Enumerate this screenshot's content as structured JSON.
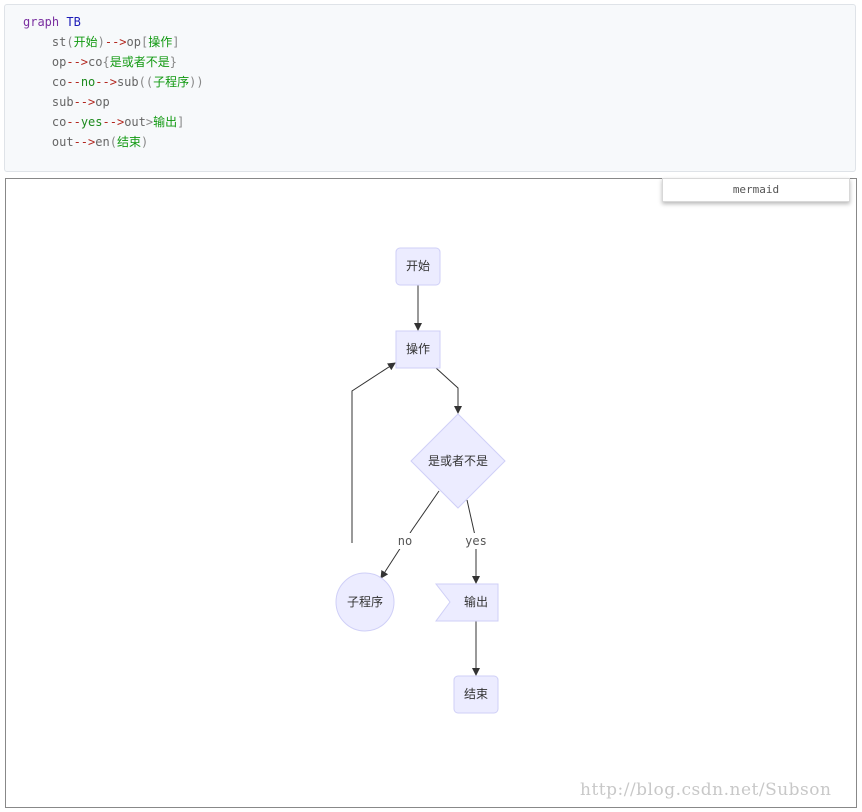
{
  "code": {
    "lines": [
      [
        {
          "t": "graph ",
          "c": "kw"
        },
        {
          "t": "TB",
          "c": "dir"
        }
      ],
      [
        {
          "t": "    st",
          "c": "ident"
        },
        {
          "t": "(",
          "c": "brk"
        },
        {
          "t": "开始",
          "c": "cjk"
        },
        {
          "t": ")",
          "c": "brk"
        },
        {
          "t": "-->",
          "c": "arrow"
        },
        {
          "t": "op",
          "c": "ident"
        },
        {
          "t": "[",
          "c": "brk"
        },
        {
          "t": "操作",
          "c": "cjk"
        },
        {
          "t": "]",
          "c": "brk"
        }
      ],
      [
        {
          "t": "    op",
          "c": "ident"
        },
        {
          "t": "-->",
          "c": "arrow"
        },
        {
          "t": "co",
          "c": "ident"
        },
        {
          "t": "{",
          "c": "brk"
        },
        {
          "t": "是或者不是",
          "c": "cjk"
        },
        {
          "t": "}",
          "c": "brk"
        }
      ],
      [
        {
          "t": "    co",
          "c": "ident"
        },
        {
          "t": "--",
          "c": "arrow"
        },
        {
          "t": "no",
          "c": "label"
        },
        {
          "t": "-->",
          "c": "arrow"
        },
        {
          "t": "sub",
          "c": "ident"
        },
        {
          "t": "((",
          "c": "brk"
        },
        {
          "t": "子程序",
          "c": "cjk"
        },
        {
          "t": "))",
          "c": "brk"
        }
      ],
      [
        {
          "t": "    sub",
          "c": "ident"
        },
        {
          "t": "-->",
          "c": "arrow"
        },
        {
          "t": "op",
          "c": "ident"
        }
      ],
      [
        {
          "t": "    co",
          "c": "ident"
        },
        {
          "t": "--",
          "c": "arrow"
        },
        {
          "t": "yes",
          "c": "label"
        },
        {
          "t": "-->",
          "c": "arrow"
        },
        {
          "t": "out",
          "c": "ident"
        },
        {
          "t": ">",
          "c": "brk"
        },
        {
          "t": "输出",
          "c": "cjk"
        },
        {
          "t": "]",
          "c": "brk"
        }
      ],
      [
        {
          "t": "    out",
          "c": "ident"
        },
        {
          "t": "-->",
          "c": "arrow"
        },
        {
          "t": "en",
          "c": "ident"
        },
        {
          "t": "(",
          "c": "brk"
        },
        {
          "t": "结束",
          "c": "cjk"
        },
        {
          "t": ")",
          "c": "brk"
        }
      ]
    ]
  },
  "language_tab": "mermaid",
  "diagram": {
    "nodes": {
      "start": "开始",
      "operation": "操作",
      "condition": "是或者不是",
      "subroutine": "子程序",
      "output": "输出",
      "end": "结束"
    },
    "edges": {
      "no_label": "no",
      "yes_label": "yes"
    },
    "colors": {
      "node_fill": "#ececff",
      "node_stroke": "#cfcff7",
      "edge": "#333333"
    }
  },
  "watermark": "http://blog.csdn.net/Subson"
}
